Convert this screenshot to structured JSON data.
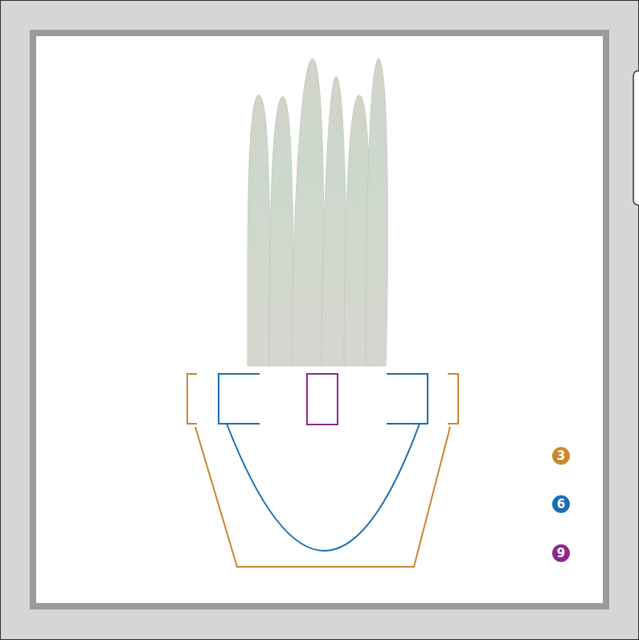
{
  "diagram": {
    "nodes": [
      {
        "text": [
          "3"
        ]
      },
      {
        "text": [
          "6"
        ]
      },
      {
        "text": [
          "9"
        ]
      }
    ]
  }
}
